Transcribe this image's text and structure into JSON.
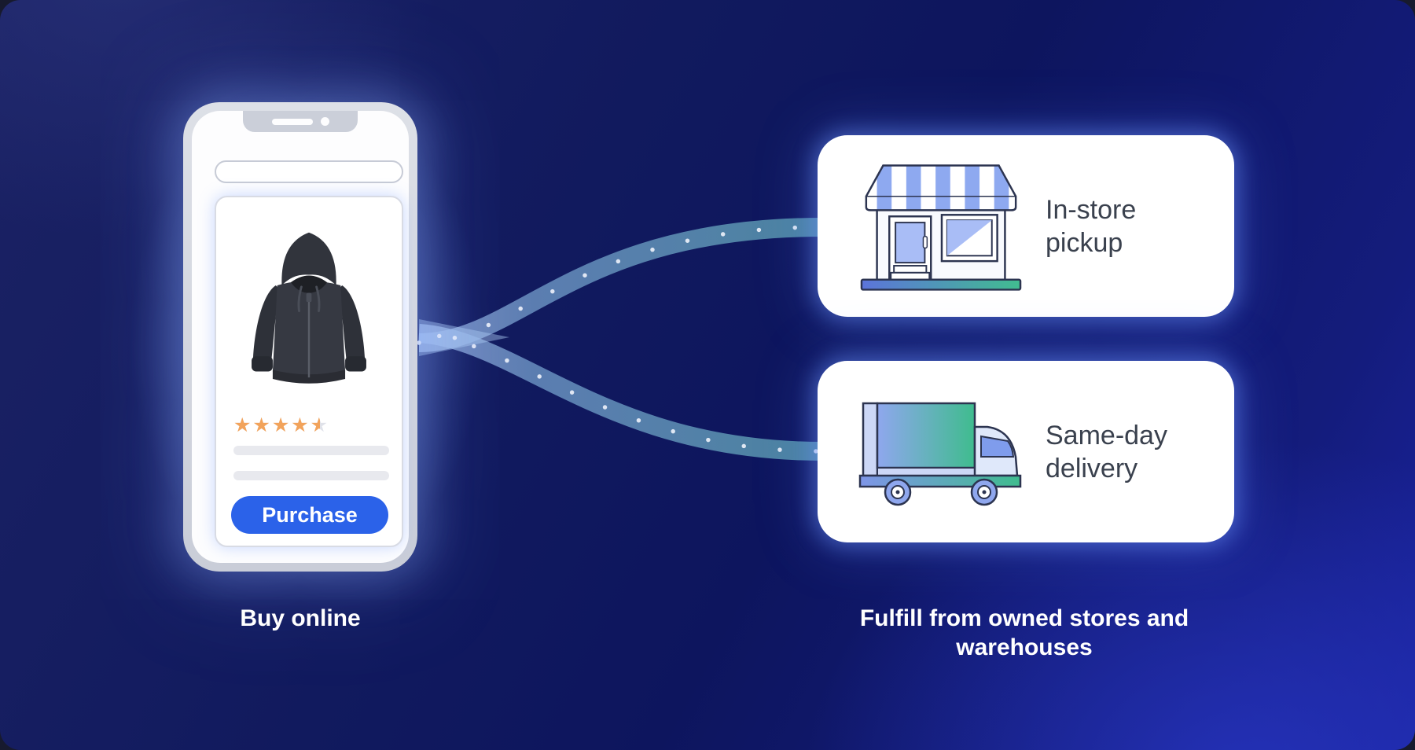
{
  "diagram": {
    "left_side": {
      "caption": "Buy online",
      "phone": {
        "search_bar_value": "",
        "product": {
          "name": "hoodie",
          "rating": {
            "value": 4.5,
            "max": 5,
            "stars_glyph": "★★★★★"
          },
          "purchase_button_label": "Purchase"
        }
      }
    },
    "right_side": {
      "caption": "Fulfill from owned stores and warehouses",
      "options": [
        {
          "id": "in-store-pickup",
          "label": "In-store pickup",
          "icon": "storefront-icon"
        },
        {
          "id": "same-day-delivery",
          "label": "Same-day delivery",
          "icon": "delivery-truck-icon"
        }
      ]
    },
    "connectors": {
      "style": "branching dotted ribbons from phone to both options"
    }
  },
  "colors": {
    "background_dark_navy": "#0d155e",
    "background_royal_glow": "#1a23a0",
    "purchase_button_blue": "#2b62e9",
    "star_orange": "#f2a35b",
    "ribbon_near_phone": "#9db8ec",
    "ribbon_teal": "#4d89a2",
    "icon_periwinkle": "#8ea9f0",
    "icon_green": "#3fbc8e",
    "label_text": "#3a414e"
  }
}
